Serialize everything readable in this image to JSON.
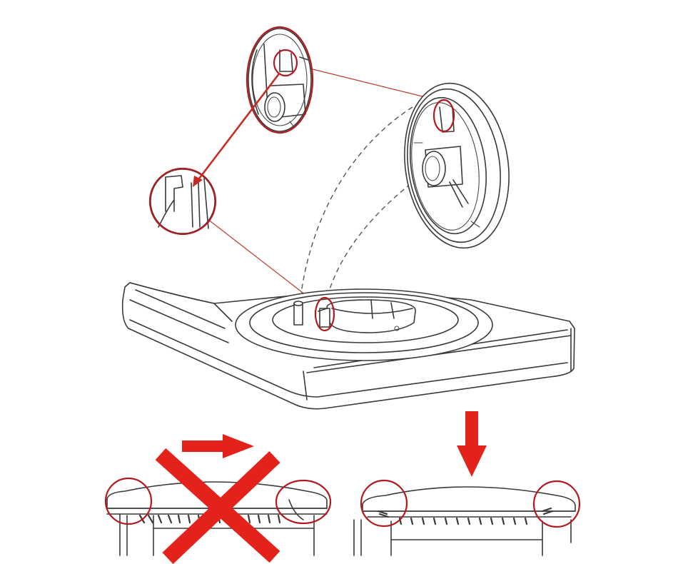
{
  "figure": {
    "colors": {
      "line_art": "#3a3a3a",
      "callout_red": "#b11a1f",
      "arrow_red": "#e3231b",
      "background": "#ffffff"
    },
    "icons": {
      "wrong_mark": "red-x-cross-icon",
      "slide_direction": "red-right-arrow-icon",
      "press_direction": "red-down-arrow-icon"
    },
    "panels": [
      "exploded-assembly",
      "incorrect-installation",
      "correct-installation"
    ]
  }
}
